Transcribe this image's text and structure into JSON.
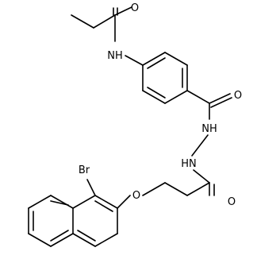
{
  "atoms": {
    "o_propanamide": "O",
    "nh_amide": "NH",
    "o_benzamide": "O",
    "nh_hydrazide_1": "NH",
    "nh_hydrazide_2": "HN",
    "br": "Br",
    "o_ether": "O",
    "o_acetyl": "O"
  },
  "colors": {
    "bond": "#000000",
    "label": "#000000",
    "background": "#ffffff"
  }
}
